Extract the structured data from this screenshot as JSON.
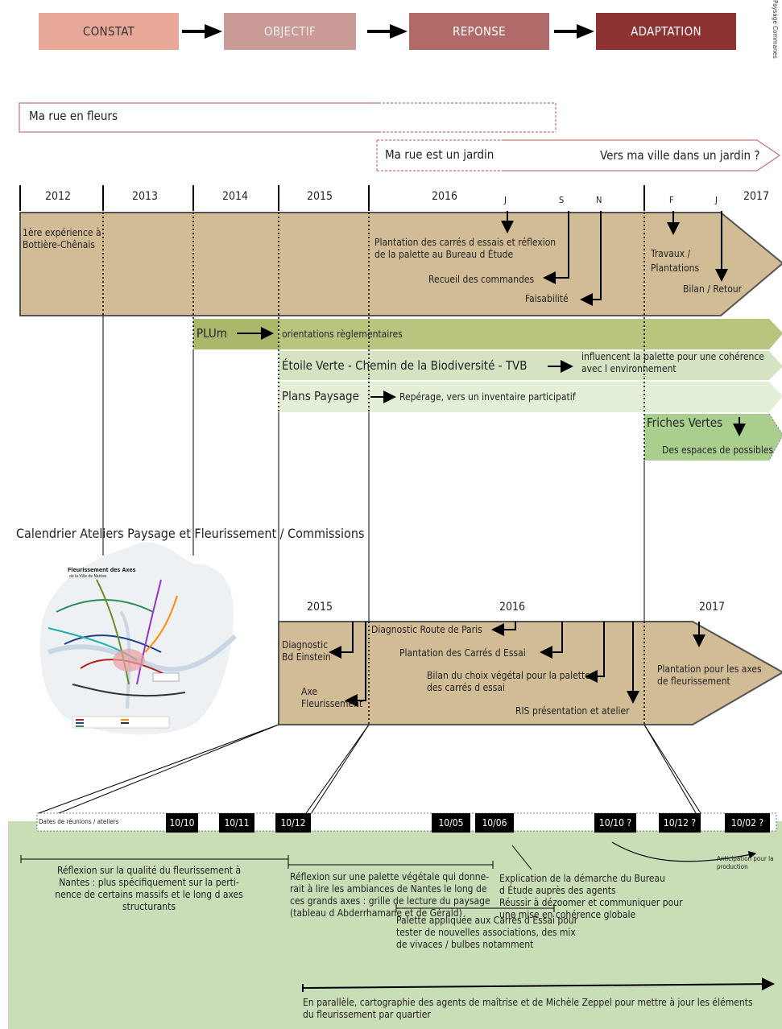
{
  "header_steps": [
    {
      "label": "CONSTAT",
      "color": "#e8a999"
    },
    {
      "label": "OBJECTIF",
      "color": "#c99a96"
    },
    {
      "label": "REPONSE",
      "color": "#b06b69"
    },
    {
      "label": "ADAPTATION",
      "color": "#8e3334"
    }
  ],
  "side_label": "Paysage   Commanes",
  "banners": {
    "rue_en_fleurs": "Ma rue en fleurs",
    "rue_jardin": "Ma rue est un jardin",
    "ville_jardin": "Vers ma ville dans un jardin ?"
  },
  "timeline1": {
    "years": [
      "2012",
      "2013",
      "2014",
      "2015",
      "2016",
      "2017"
    ],
    "months": [
      "J",
      "S",
      "N",
      "F",
      "J"
    ],
    "events": {
      "bottiere": "1ère expérience à\nBottière-Chênais",
      "plantation": "Plantation des carrés d essais et réflexion\nde la palette au Bureau d Étude",
      "recueil": "Recueil des commandes",
      "faisabilite": "Faisabilité",
      "travaux": "Travaux /\nPlantations",
      "bilan": "Bilan / Retour"
    }
  },
  "bands": {
    "plum": {
      "label": "PLUm",
      "text": "orientations règlementaires"
    },
    "etoile": {
      "label": "Étoile Verte - Chemin de la Biodiversité - TVB",
      "text": "influencent la palette pour une cohérence\navec l environnement"
    },
    "plans": {
      "label": "Plans Paysage",
      "text": "Repérage, vers un inventaire participatif"
    },
    "friches": {
      "label": "Friches Vertes",
      "text": "Des espaces de possibles"
    }
  },
  "calendar_title": "Calendrier Ateliers Paysage et Fleurissement / Commissions",
  "map": {
    "title": "Fleurissement des Axes",
    "subtitle": "de la Ville de Nantes"
  },
  "timeline2": {
    "years": [
      "2015",
      "2016",
      "2017"
    ],
    "events": {
      "diagnostic_einstein": "Diagnostic\nBd Einstein",
      "axe": "Axe\nFleurissement",
      "route_paris": "Diagnostic Route de Paris",
      "carres": "Plantation des Carrés d Essai",
      "bilan_choix": "Bilan du choix végétal pour la palette\ndes carrés d essai",
      "ris": "RIS présentation et atelier",
      "plantation_axes": "Plantation pour les axes\nde fleurissement"
    }
  },
  "meetings": {
    "label": "Dates de réunions / ateliers",
    "dates": [
      "10/10",
      "10/11",
      "10/12",
      "10/05",
      "10/06",
      "10/10 ?",
      "10/12 ?",
      "10/02 ?"
    ]
  },
  "notes": {
    "qualite": "Réflexion sur la qualité du fleurissement à\nNantes : plus spécifiquement sur la perti-\nnence de certains massifs et le long d axes\nstructurants",
    "palette": "Réflexion sur une palette végétale qui donne-\nrait à lire les ambiances de Nantes le long de\nces grands axes : grille de lecture du paysage\n(tableau d Abderrhamane et de Gérald)",
    "explication": "Explication de la démarche du Bureau\nd Étude auprès des agents\nRéussir à dézoomer et communiquer pour\nune mise en cohérence globale",
    "anticipation": "Anticipation pour la\nproduction",
    "carres_essai": "Palette appliquée aux Carrés d Essai pour\ntester de nouvelles associations, des mix\nde vivaces / bulbes notamment",
    "parallele": "En parallèle, cartographie des agents de maîtrise et de Michèle Zeppel pour mettre à jour les éléments\ndu fleurissement par quartier"
  },
  "colors": {
    "tan": "#d2bc95",
    "olive": "#a9b86a",
    "light_green": "#d4e4c2",
    "pale_green": "#e4efd8",
    "mid_green": "#a8cf8e",
    "note_green": "#c9ddb6",
    "red_outline": "#c0504d"
  }
}
